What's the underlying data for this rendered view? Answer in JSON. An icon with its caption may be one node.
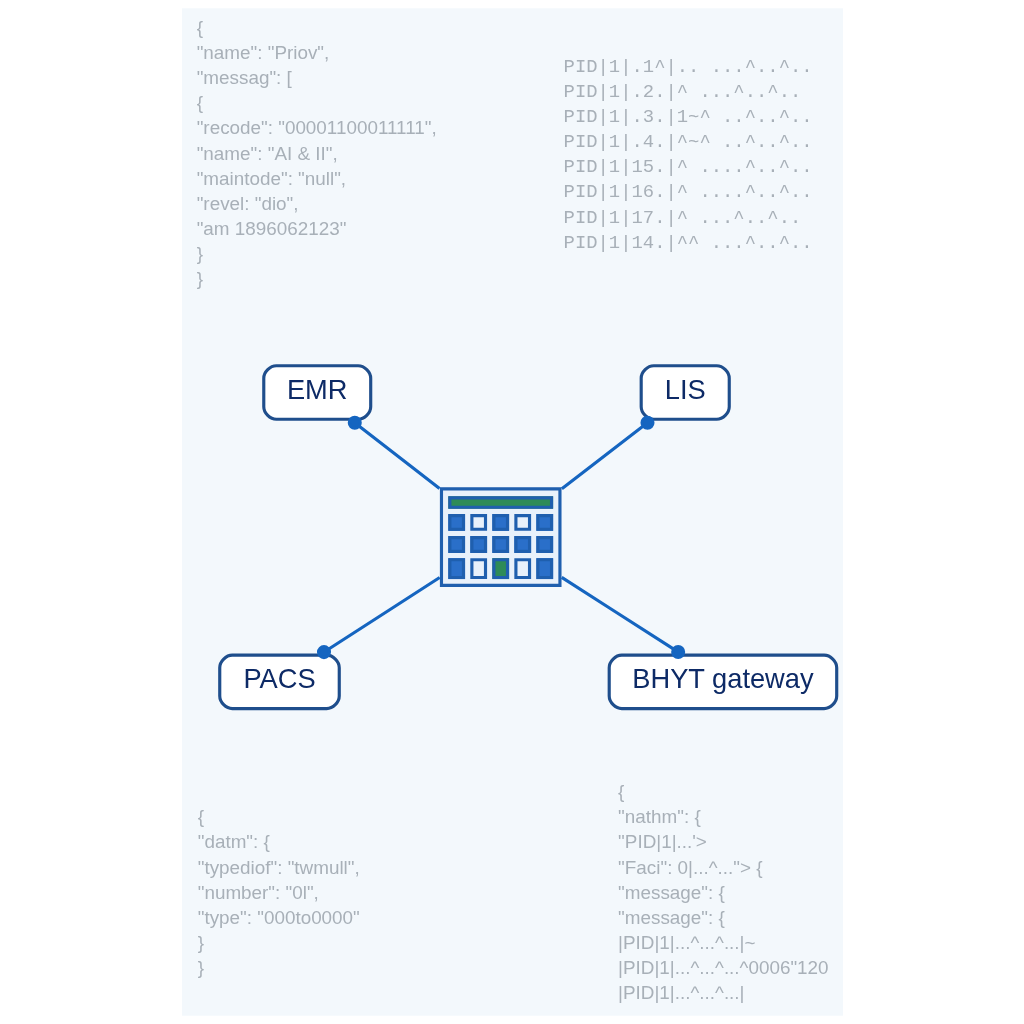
{
  "diagram": {
    "nodes": [
      {
        "text": [
          "EMR"
        ]
      },
      {
        "text": [
          "LIS"
        ]
      },
      {
        "text": [],
        "shape": "picture"
      },
      {
        "text": [
          "PACS"
        ]
      },
      {
        "text": [
          "BHYT gateway"
        ]
      }
    ],
    "edges": [
      {
        "from": 0,
        "to": 2,
        "arrow": "other"
      },
      {
        "from": 1,
        "to": 2,
        "arrow": "other"
      },
      {
        "from": 3,
        "to": 2,
        "arrow": "other"
      },
      {
        "from": 4,
        "to": 2,
        "arrow": "other"
      }
    ],
    "labels": [
      "{",
      "\"name\": \"Priov\",",
      "\"messag\": [",
      "{",
      "\"recode\": \"00001100011111\",",
      "\"name\": \"AI & II\",",
      "\"maintode\": \"null\",",
      "\"revel: \"dio\",",
      "\"am 1896062123\"",
      "}",
      "}",
      "PID|1|.1^|.. ...^..^..",
      "PID|1|.2.|^ ...^..^..",
      "PID|1|.3.|1~^ ..^..^..",
      "PID|1|.4.|^~^ ..^..^..",
      "PID|1|15.|^ ....^..^..",
      "PID|1|16.|^ ....^..^..",
      "PID|1|17.|^ ...^..^..",
      "PID|1|14.|^^ ...^..^..",
      "{",
      "\"datm\": {",
      "\"typediof\": \"twmull\",",
      "\"number\": \"0l\",",
      "\"type\": \"000to0000\"",
      "}",
      "}",
      "{",
      "\"nathm\": {",
      "\"PID|1|...'>",
      "\"Faci\": 0|...^...\"> {",
      "\"message\": {",
      "\"message\": {",
      "|PID|1|...^...^...|~",
      "|PID|1|...^...^...^0006\"120",
      "|PID|1|...^...^...|"
    ]
  }
}
